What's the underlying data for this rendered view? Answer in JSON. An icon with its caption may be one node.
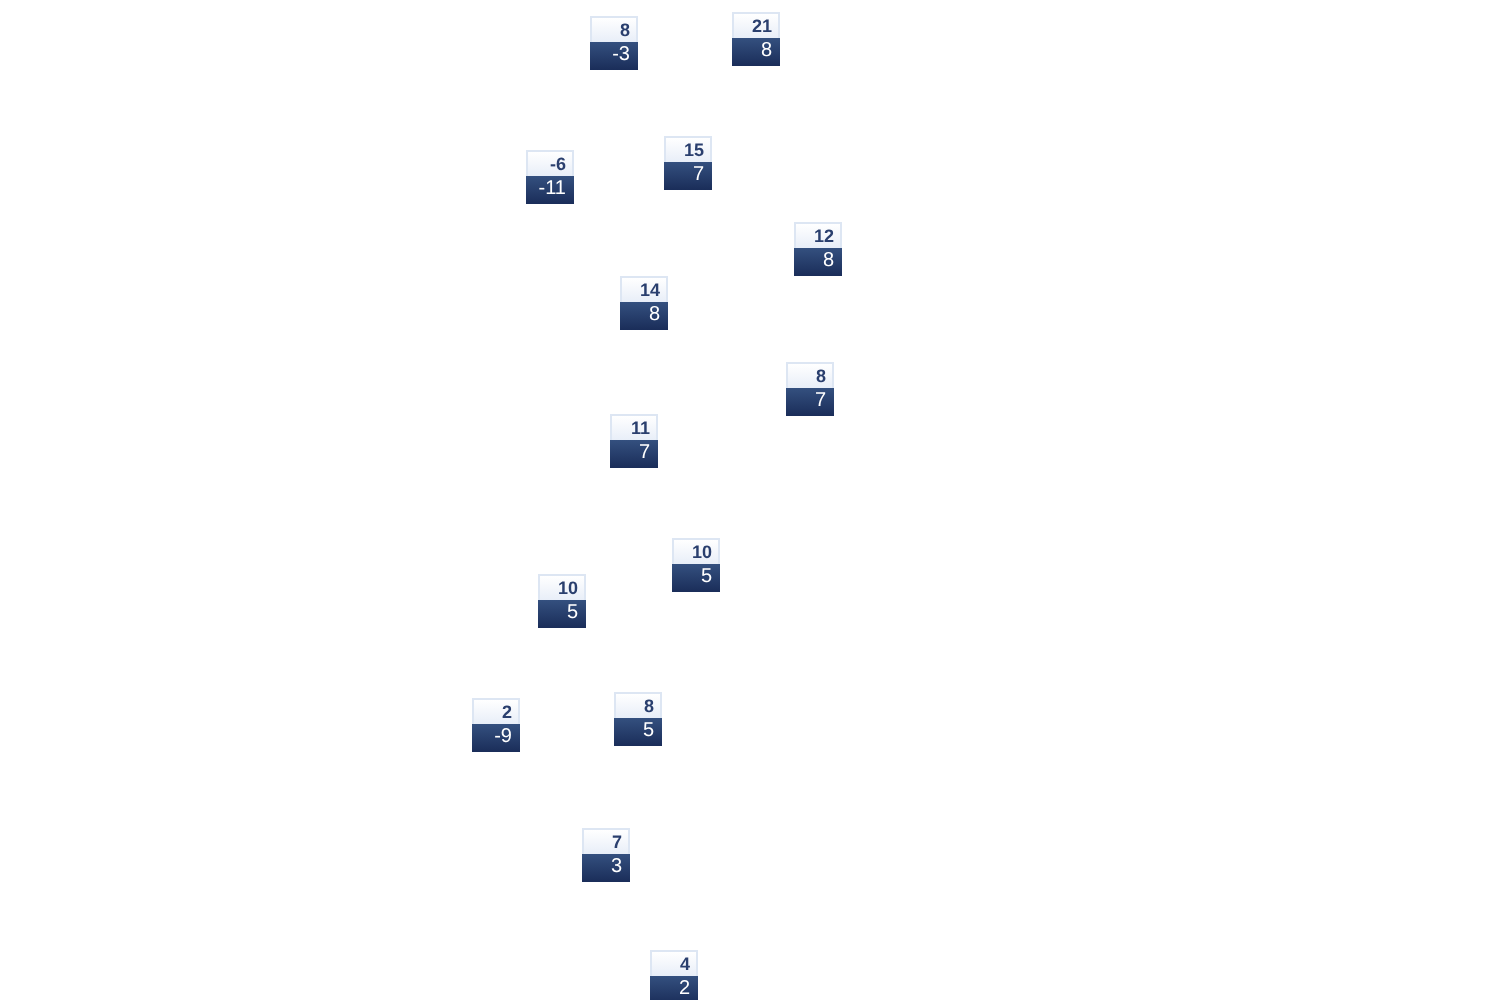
{
  "diagram": {
    "nodes": [
      {
        "text": [
          "21",
          "8"
        ]
      },
      {
        "text": [
          "8",
          "-3"
        ]
      },
      {
        "text": [
          "15",
          "7"
        ]
      },
      {
        "text": [
          "-6",
          "-11"
        ]
      },
      {
        "text": [
          "12",
          "8"
        ]
      },
      {
        "text": [
          "14",
          "8"
        ]
      },
      {
        "text": [
          "8",
          "7"
        ]
      },
      {
        "text": [
          "11",
          "7"
        ]
      },
      {
        "text": [
          "10",
          "5"
        ]
      },
      {
        "text": [
          "10",
          "5"
        ]
      },
      {
        "text": [
          "8",
          "5"
        ]
      },
      {
        "text": [
          "2",
          "-9"
        ]
      },
      {
        "text": [
          "7",
          "3"
        ]
      },
      {
        "text": [
          "4",
          "2"
        ]
      }
    ]
  }
}
